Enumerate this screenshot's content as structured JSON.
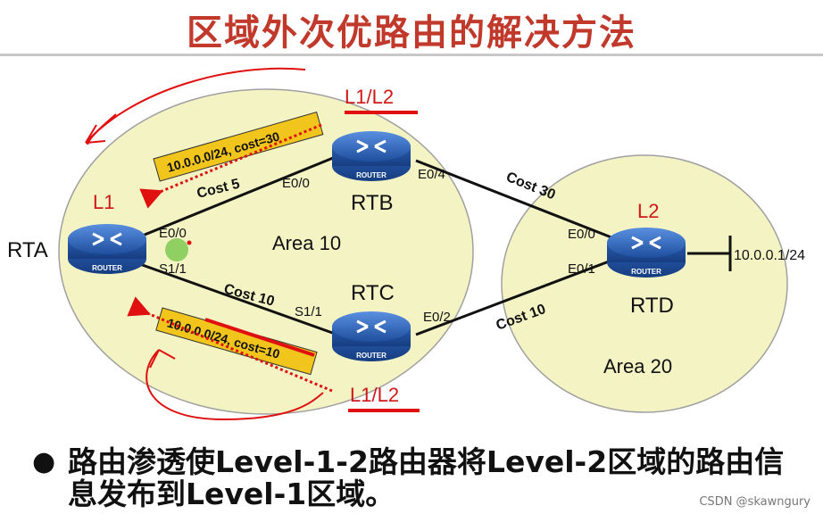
{
  "title": "区域外次优路由的解决方法",
  "areas": {
    "area10": "Area 10",
    "area20": "Area 20"
  },
  "routers": {
    "rta": {
      "name": "RTA",
      "level": "L1",
      "icon_label": "ROUTER"
    },
    "rtb": {
      "name": "RTB",
      "level": "L1/L2",
      "icon_label": "ROUTER"
    },
    "rtc": {
      "name": "RTC",
      "level": "L1/L2",
      "icon_label": "ROUTER"
    },
    "rtd": {
      "name": "RTD",
      "level": "L2",
      "icon_label": "ROUTER"
    }
  },
  "interfaces": {
    "rta_e00": "E0/0",
    "rta_s11": "S1/1",
    "rtb_e00": "E0/0",
    "rtb_e04": "E0/4",
    "rtc_s11": "S1/1",
    "rtc_e02": "E0/2",
    "rtd_e00": "E0/0",
    "rtd_e01": "E0/1"
  },
  "costs": {
    "rta_rtb": "Cost  5",
    "rta_rtc": "Cost 10",
    "rtb_rtd": "Cost 30",
    "rtc_rtd": "Cost  10"
  },
  "route_tags": {
    "via_rtb": "10.0.0.0/24, cost=30",
    "via_rtc": "10.0.0.0/24, cost=10"
  },
  "network": "10.0.0.1/24",
  "bullet": "路由渗透使Level-1-2路由器将Level-2区域的路由信息发布到Level-1区域。",
  "watermark": "CSDN @skawngury",
  "colors": {
    "title": "#c0392b",
    "area_fill": "#f3f3c4",
    "area_stroke": "#9a9a9a",
    "tag_fill": "#f2c51d",
    "router_blue": "#2d63b8",
    "annotation_red": "#e01010",
    "level_red": "#d01818"
  }
}
